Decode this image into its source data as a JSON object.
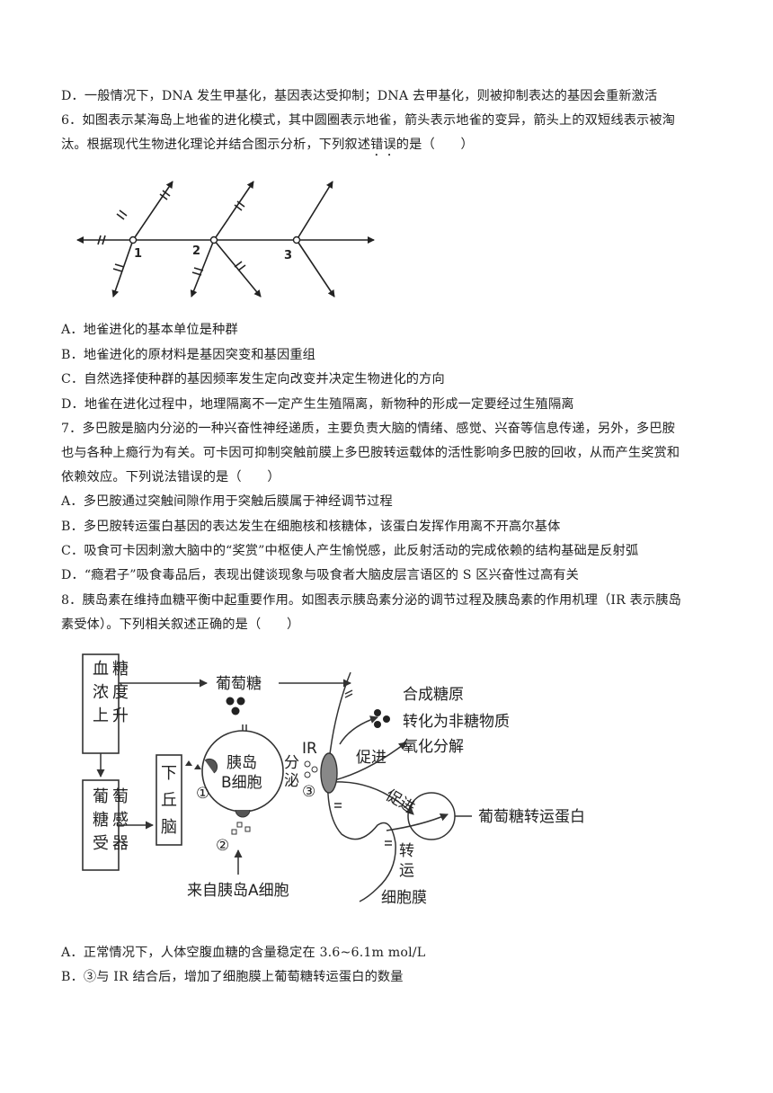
{
  "q5": {
    "option_d": "D．一般情况下，DNA 发生甲基化，基因表达受抑制；DNA 去甲基化，则被抑制表达的基因会重新激活"
  },
  "q6": {
    "stem_line1": "6．如图表示某海岛上地雀的进化模式，其中圆圈表示地雀，箭头表示地雀的变异，箭头上的双短线表示被淘",
    "stem_line2_pre": "汰。根据现代生物进化理论并结合图示分析，下列叙述",
    "stem_line2_emph": "错误",
    "stem_line2_post": "的是（　　）",
    "diagram_labels": [
      "1",
      "2",
      "3"
    ],
    "options": [
      "A．地雀进化的基本单位是种群",
      "B．地雀进化的原材料是基因突变和基因重组",
      "C．自然选择使种群的基因频率发生定向改变并决定生物进化的方向",
      "D．地雀在进化过程中，地理隔离不一定产生生殖隔离，新物种的形成一定要经过生殖隔离"
    ]
  },
  "q7": {
    "stem_line1": "7．多巴胺是脑内分泌的一种兴奋性神经递质，主要负责大脑的情绪、感觉、兴奋等信息传递，另外，多巴胺",
    "stem_line2": "也与各种上瘾行为有关。可卡因可抑制突触前膜上多巴胺转运载体的活性影响多巴胺的回收，从而产生奖赏和",
    "stem_line3": "依赖效应。下列说法错误的是（　　）",
    "options": [
      "A．多巴胺通过突触间隙作用于突触后膜属于神经调节过程",
      "B．多巴胺转运蛋白基因的表达发生在细胞核和核糖体，该蛋白发挥作用离不开高尔基体",
      "C．吸食可卡因刺激大脑中的“奖赏”中枢使人产生愉悦感，此反射活动的完成依赖的结构基础是反射弧",
      "D．“瘾君子”吸食毒品后，表现出健谈现象与吸食者大脑皮层言语区的 S 区兴奋性过高有关"
    ]
  },
  "q8": {
    "stem_line1": "8．胰岛素在维持血糖平衡中起重要作用。如图表示胰岛素分泌的调节过程及胰岛素的作用机理（IR 表示胰岛",
    "stem_line2": "素受体）。下列相关叙述正确的是（　　）",
    "diagram": {
      "box_blood_sugar": [
        "血",
        "糖",
        "浓",
        "度",
        "上",
        "升"
      ],
      "box_receptor": [
        "葡",
        "萄",
        "糖",
        "感",
        "受",
        "器"
      ],
      "box_hypothalamus": [
        "下",
        "丘",
        "脑"
      ],
      "glucose": "葡萄糖",
      "b_cell_line1": "胰岛",
      "b_cell_line2": "B细胞",
      "secrete_line1": "分",
      "secrete_line2": "泌",
      "ir": "IR",
      "effect1": "合成糖原",
      "effect2": "转化为非糖物质",
      "effect3": "氧化分解",
      "promote1": "促进",
      "promote2": "促进",
      "transporter": "葡萄糖转运蛋白",
      "transport_line1": "转",
      "transport_line2": "运",
      "membrane": "细胞膜",
      "from_a_cell": "来自胰岛A细胞",
      "mark1": "①",
      "mark2": "②",
      "mark3": "③"
    },
    "options": [
      "A．正常情况下，人体空腹血糖的含量稳定在 3.6~6.1m mol/L",
      "B．③与 IR 结合后，增加了细胞膜上葡萄糖转运蛋白的数量"
    ]
  }
}
